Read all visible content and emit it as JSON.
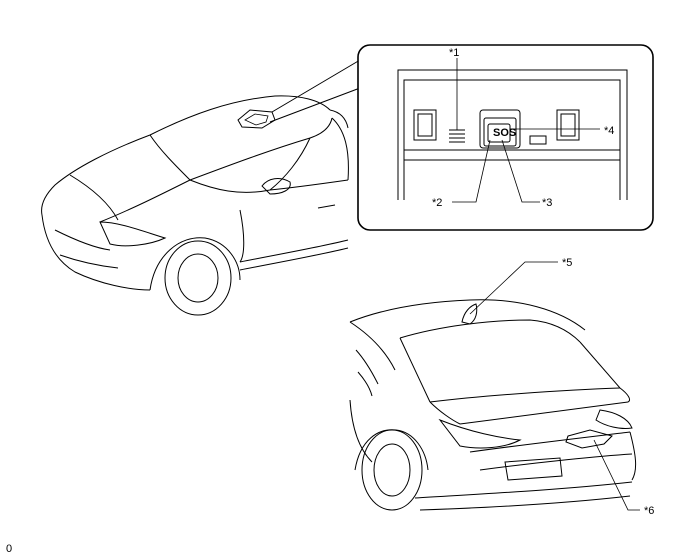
{
  "callouts": {
    "c1": "*1",
    "c2": "*2",
    "c3": "*3",
    "c4": "*4",
    "c5": "*5",
    "c6": "*6"
  },
  "sos_label": "SOS",
  "footer_code": "0"
}
